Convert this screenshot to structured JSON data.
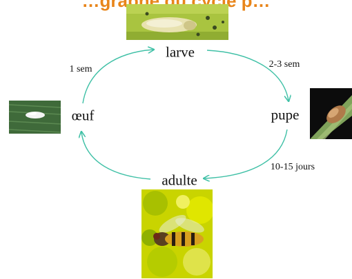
{
  "title": "…graphe du cycle p…",
  "colors": {
    "title": "#e8851a",
    "arrow": "#3fc0a6"
  },
  "stages": {
    "larve": "larve",
    "pupe": "pupe",
    "adulte": "adulte",
    "oeuf": "œuf"
  },
  "durations": {
    "oeuf_to_larve": "1 sem",
    "larve_to_pupe": "2-3 sem",
    "pupe_to_adulte": "10-15 jours"
  },
  "photos": {
    "larve": "larva-photo",
    "pupe": "pupa-photo",
    "adulte": "hoverfly-adult-photo",
    "oeuf": "egg-photo"
  }
}
